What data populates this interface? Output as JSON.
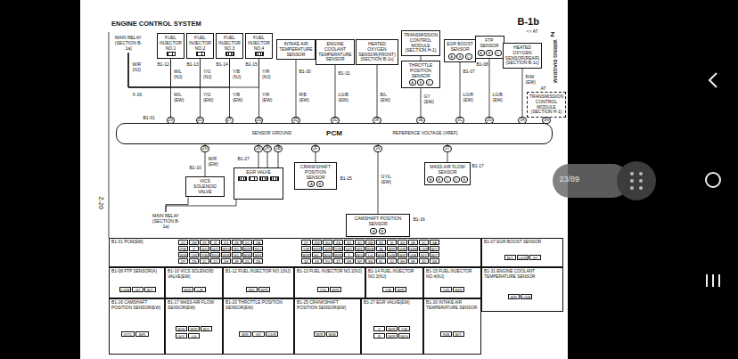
{
  "diagram": {
    "title": "ENGINE CONTROL SYSTEM",
    "nodes": [
      {
        "text": [
          "MAIN RELAY (SECTION B-1a)"
        ]
      },
      {
        "text": [
          "FUEL INJECTOR NO.1"
        ]
      },
      {
        "text": [
          "FUEL INJECTOR NO.2"
        ]
      },
      {
        "text": [
          "FUEL INJECTOR NO.3"
        ]
      },
      {
        "text": [
          "FUEL INJECTOR NO.4"
        ]
      },
      {
        "text": [
          "INTAKE AIR TEMPERATURE SENSOR"
        ]
      },
      {
        "text": [
          "ENGINE COOLANT TEMPERATURE SENSOR"
        ]
      },
      {
        "text": [
          "HEATED OXYGEN SENSOR(FRONT) (SECTION B-1c)"
        ]
      },
      {
        "text": [
          "TRANSMISSION CONTROL MODULE (SECTION H-1)"
        ]
      },
      {
        "text": [
          "THROTTLE POSITION SENSOR",
          "A",
          "B",
          "C"
        ]
      },
      {
        "text": [
          "EGR BOOST SENSOR",
          "A",
          "B",
          "C"
        ]
      },
      {
        "text": [
          "FTP SENSOR",
          "A",
          "B",
          "C"
        ]
      },
      {
        "text": [
          "HEATED OXYGEN SENSOR(REAR) (SECTION B-1c)"
        ]
      },
      {
        "text": [
          "TRANSMISSION CONTROL MODULE (SECTION H-1)"
        ]
      },
      {
        "text": [
          "PCM"
        ]
      },
      {
        "text": [
          "VICS SOLENOID VALVE"
        ]
      },
      {
        "text": [
          "EGR VALVE"
        ]
      },
      {
        "text": [
          "CRANKSHAFT POSITION SENSOR",
          "A",
          "B"
        ]
      },
      {
        "text": [
          "MASS AIR FLOW SENSOR",
          "A",
          "B",
          "C",
          "D",
          "E"
        ]
      },
      {
        "text": [
          "CAMSHAFT POSITION SENSOR",
          "A",
          "B"
        ]
      },
      {
        "text": [
          "MAIN RELAY (SECTION B-1a)"
        ]
      },
      {
        "text": [
          "B1-01 PCM(EW)"
        ]
      },
      {
        "text": [
          "B1-07 EGR BOOST SENSOR"
        ]
      },
      {
        "text": [
          "B1-08 FTP SENSOR(A)"
        ]
      },
      {
        "text": [
          "B1-10 VICS SOLENOID VALVE(EW)"
        ]
      },
      {
        "text": [
          "B1-12 FUEL INJECTOR NO.1(NJ)"
        ]
      },
      {
        "text": [
          "B1-13 FUEL INJECTOR NO.2(NJ)"
        ]
      },
      {
        "text": [
          "B1-14 FUEL INJECTOR NO.3(NJ)"
        ]
      },
      {
        "text": [
          "B1-15 FUEL INJECTOR NO.4(NJ)"
        ]
      },
      {
        "text": [
          "B1-31 ENGINE COOLANT TEMPERATURE SENSOR"
        ]
      },
      {
        "text": [
          "B1-16 CAMSHAFT POSITION SENSOR(EW)"
        ]
      },
      {
        "text": [
          "B1-17 MASS AIR FLOW SENSOR(EW)"
        ]
      },
      {
        "text": [
          "B1-20 THROTTLE POSITION SENSOR(EW)"
        ]
      },
      {
        "text": [
          "B1-25 CRANKSHAFT POSITION SENSOR(EW)"
        ]
      },
      {
        "text": [
          "B1-27 EGR VALVE(EW)"
        ]
      },
      {
        "text": [
          "B1-30 INTAKE AIR TEMPERATURE SENSOR"
        ]
      }
    ],
    "edges": [
      {
        "from": 0,
        "to": 1,
        "arrow": "none"
      },
      {
        "from": 0,
        "to": 2,
        "arrow": "none"
      },
      {
        "from": 0,
        "to": 3,
        "arrow": "none"
      },
      {
        "from": 0,
        "to": 4,
        "arrow": "none"
      },
      {
        "from": 1,
        "to": 14,
        "arrow": "none"
      },
      {
        "from": 2,
        "to": 14,
        "arrow": "none"
      },
      {
        "from": 3,
        "to": 14,
        "arrow": "none"
      },
      {
        "from": 4,
        "to": 14,
        "arrow": "none"
      },
      {
        "from": 5,
        "to": 14,
        "arrow": "none"
      },
      {
        "from": 6,
        "to": 14,
        "arrow": "none"
      },
      {
        "from": 7,
        "to": 14,
        "arrow": "none"
      },
      {
        "from": 8,
        "to": 9,
        "arrow": "none"
      },
      {
        "from": 9,
        "to": 14,
        "arrow": "none"
      },
      {
        "from": 10,
        "to": 14,
        "arrow": "none"
      },
      {
        "from": 11,
        "to": 14,
        "arrow": "none"
      },
      {
        "from": 12,
        "to": 14,
        "arrow": "none"
      },
      {
        "from": 13,
        "to": 14,
        "arrow": "none"
      },
      {
        "from": 14,
        "to": 15,
        "arrow": "none"
      },
      {
        "from": 14,
        "to": 16,
        "arrow": "none"
      },
      {
        "from": 14,
        "to": 17,
        "arrow": "none"
      },
      {
        "from": 14,
        "to": 18,
        "arrow": "none"
      },
      {
        "from": 14,
        "to": 19,
        "arrow": "none"
      },
      {
        "from": 20,
        "to": 15,
        "arrow": "none"
      },
      {
        "from": 20,
        "to": 16,
        "arrow": "none"
      }
    ],
    "labels": [
      "B-1b",
      "<> AT",
      "Z",
      "WIRING DIAGRAM",
      "Z-20",
      "W/R (NJ)",
      "X-16",
      "B1-12",
      "B1-13",
      "B1-14",
      "B1-15",
      "W/L (NJ)",
      "Y/G (NJ)",
      "Y/B (NJ)",
      "Y/R (NJ)",
      "W/L (EW)",
      "Y/G (EW)",
      "Y/B (EW)",
      "Y/R (EW)",
      "B1-30",
      "R/B (EW)",
      "B1-31",
      "LG/B (EW)",
      "B/L (EW)",
      "GY (EW)",
      "B1-07",
      "LG/R (EW)",
      "B1-08",
      "LG/B (EW)",
      "R/W (EW)",
      "AT",
      "B1-01",
      "2V",
      "2U",
      "2T",
      "2S",
      "3Q",
      "3O",
      "3K",
      "3E",
      "3C",
      "2G",
      "3A",
      "3N",
      "SENSOR GROUND",
      "REFERENCE VOLTAGE (VREF)",
      "2N",
      "2K",
      "2H",
      "2B",
      "2F",
      "3V",
      "3T",
      "W/R (EW)",
      "B1-10",
      "B1-27",
      "B1-25",
      "GY/L (EW)",
      "B1-17",
      "B1-16",
      "23/89",
      "2O",
      "2M",
      "2K",
      "2I",
      "2G",
      "2E",
      "2C",
      "2A",
      "P/B",
      "V",
      "G/O",
      "G/Y",
      "W/G",
      "R/L",
      "W/R",
      "R/O",
      "W/B",
      "Y/R",
      "P/B",
      "R/G",
      "W/B",
      "R/L",
      "B/W",
      "B/R",
      "2P",
      "2N",
      "2L",
      "2J",
      "2H",
      "2F",
      "2D",
      "2B",
      "3Y",
      "3W",
      "3U",
      "3S",
      "3Q",
      "3O",
      "3M",
      "3K",
      "3I",
      "3G",
      "3E",
      "3C",
      "3A",
      "Y/B",
      "W/R",
      "G/R",
      "V/W",
      "G/Y",
      "W/L",
      "W/B",
      "W",
      "B/R",
      "G/B",
      "G/W",
      "LG/R",
      "B/Y",
      "B/W",
      "B/L",
      "B/G",
      "W/B",
      "Y",
      "W/G",
      "LG",
      "B/W",
      "G/B",
      "B/R",
      "G/B",
      "R/Y",
      "B/Y",
      "3Z",
      "3X",
      "3V",
      "3T",
      "3R",
      "3P",
      "3N",
      "3L",
      "3J",
      "3H",
      "3F",
      "3D",
      "3B",
      "B/Y",
      "LG/R",
      "GY",
      "LG/B",
      "GY",
      "B/Y",
      "W/R",
      "L/B",
      "W/L",
      "W/R",
      "Y/G",
      "W/R",
      "Y/B",
      "W/R",
      "Y/R",
      "W/R",
      "B/R",
      "LG/B",
      "GY/L",
      "B/R",
      "B/W",
      "W/R",
      "B/Y",
      "G/Y",
      "LG",
      "B/R",
      "GY",
      "LG/R",
      "W/R",
      "W/B",
      "Y",
      "W/R",
      "Y/B",
      "R",
      "W/R",
      "W/G",
      "R/B",
      "B/Y"
    ]
  }
}
